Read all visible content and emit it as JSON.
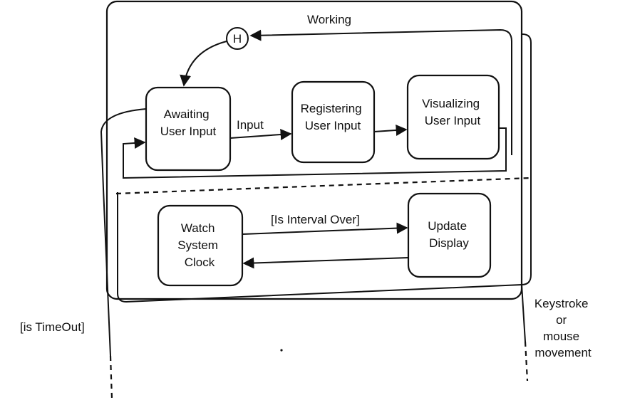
{
  "diagram": {
    "composite_state": "Working",
    "history_marker": "H",
    "states": {
      "awaiting": [
        "Awaiting",
        "User Input"
      ],
      "registering": [
        "Registering",
        "User Input"
      ],
      "visualizing": [
        "Visualizing",
        "User Input"
      ],
      "watch_clock": [
        "Watch",
        "System",
        "Clock"
      ],
      "update_display": [
        "Update",
        "Display"
      ]
    },
    "transitions": {
      "input": "Input",
      "interval_over": "[Is Interval Over]",
      "timeout": "[is TimeOut]",
      "keystroke": [
        "Keystroke",
        "or",
        "mouse",
        "movement"
      ]
    }
  }
}
